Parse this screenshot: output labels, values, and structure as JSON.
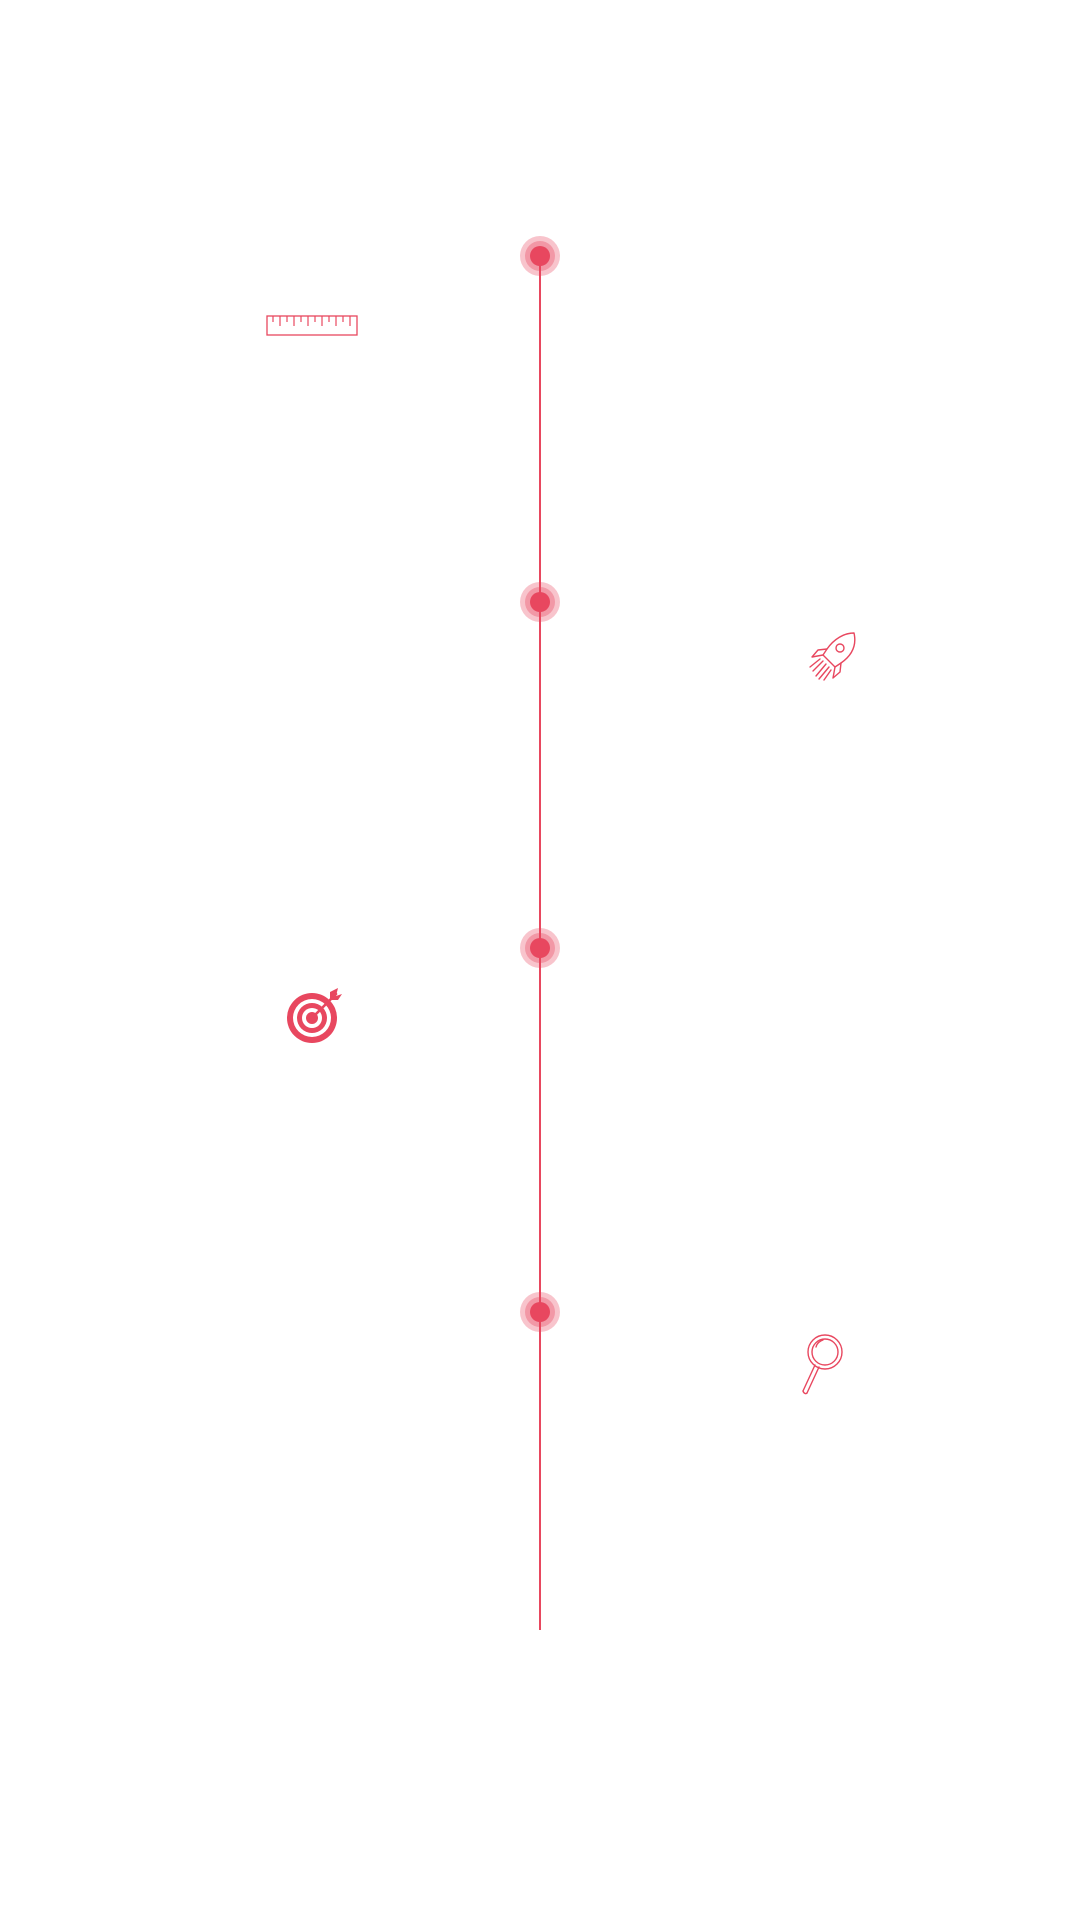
{
  "accent_color": "#e8475f",
  "marker_halo_color": "rgba(232, 71, 95, 0.32)",
  "timeline": {
    "steps": [
      {
        "marker": "dot",
        "icon": "ruler-icon",
        "side": "left"
      },
      {
        "marker": "dot",
        "icon": "rocket-icon",
        "side": "right"
      },
      {
        "marker": "dot",
        "icon": "target-icon",
        "side": "left"
      },
      {
        "marker": "dot",
        "icon": "magnifier-icon",
        "side": "right"
      }
    ]
  }
}
